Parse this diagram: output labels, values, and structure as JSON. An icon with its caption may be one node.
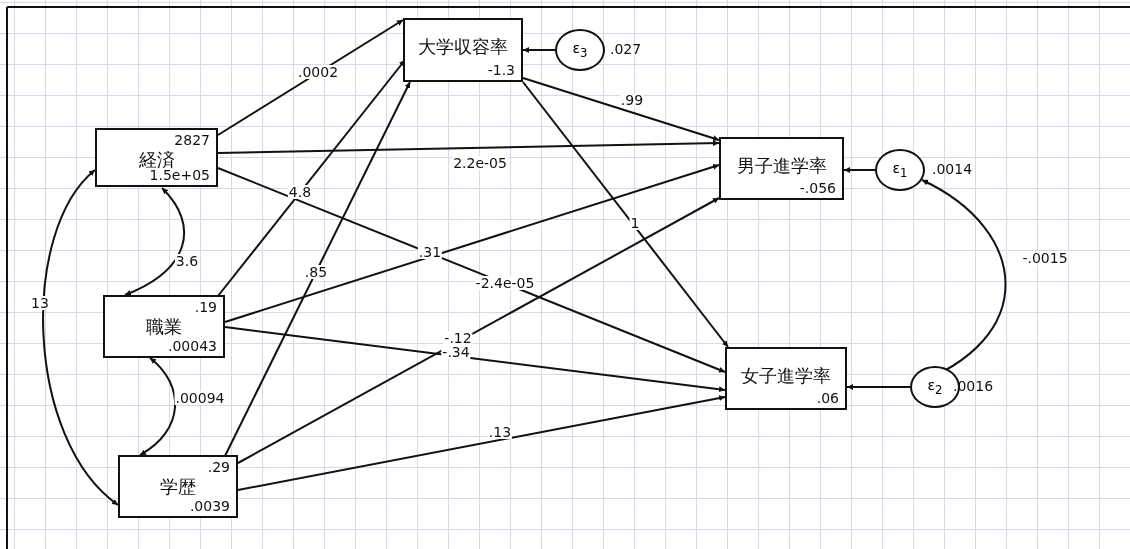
{
  "diagram": {
    "nodes": [
      {
        "text": [
          "2827",
          "経済",
          "1.5e+05"
        ]
      },
      {
        "text": [
          ".19",
          "職業",
          ".00043"
        ]
      },
      {
        "text": [
          ".29",
          "学歴",
          ".0039"
        ]
      },
      {
        "text": [
          "大学収容率",
          "-1.3"
        ]
      },
      {
        "text": [
          "男子進学率",
          "-.056"
        ]
      },
      {
        "text": [
          "女子進学率",
          ".06"
        ]
      },
      {
        "text": [
          "ε$_{1}$"
        ],
        "beside": [
          ".0014"
        ]
      },
      {
        "text": [
          "ε$_{2}$"
        ],
        "beside": [
          ".0016"
        ]
      },
      {
        "text": [
          "ε$_{3}$"
        ],
        "beside": [
          ".027"
        ]
      }
    ],
    "edges": [
      {
        "from": 0,
        "to": 3,
        "arrow": "to",
        "label": ".0002"
      },
      {
        "from": 0,
        "to": 4,
        "arrow": "to",
        "label": "2.2e-05"
      },
      {
        "from": 0,
        "to": 5,
        "arrow": "to",
        "label": "-2.4e-05"
      },
      {
        "from": 1,
        "to": 3,
        "arrow": "to",
        "label": "4.8"
      },
      {
        "from": 1,
        "to": 4,
        "arrow": "to",
        "label": ".31"
      },
      {
        "from": 1,
        "to": 5,
        "arrow": "to",
        "label": "-.34"
      },
      {
        "from": 2,
        "to": 3,
        "arrow": "to",
        "label": ".85"
      },
      {
        "from": 2,
        "to": 4,
        "arrow": "to",
        "label": "-.12"
      },
      {
        "from": 2,
        "to": 5,
        "arrow": "to",
        "label": ".13"
      },
      {
        "from": 3,
        "to": 4,
        "arrow": "to",
        "label": ".99"
      },
      {
        "from": 3,
        "to": 5,
        "arrow": "to",
        "label": "1"
      },
      {
        "from": 8,
        "to": 3,
        "arrow": "to"
      },
      {
        "from": 6,
        "to": 4,
        "arrow": "to"
      },
      {
        "from": 7,
        "to": 5,
        "arrow": "to"
      },
      {
        "from": 0,
        "to": 1,
        "arrow": "both",
        "label": "3.6"
      },
      {
        "from": 1,
        "to": 2,
        "arrow": "both",
        "label": ".00094"
      },
      {
        "from": 0,
        "to": 2,
        "arrow": "both",
        "label": "13"
      },
      {
        "from": 6,
        "to": 7,
        "arrow": "both",
        "label": "-.0015"
      }
    ]
  }
}
